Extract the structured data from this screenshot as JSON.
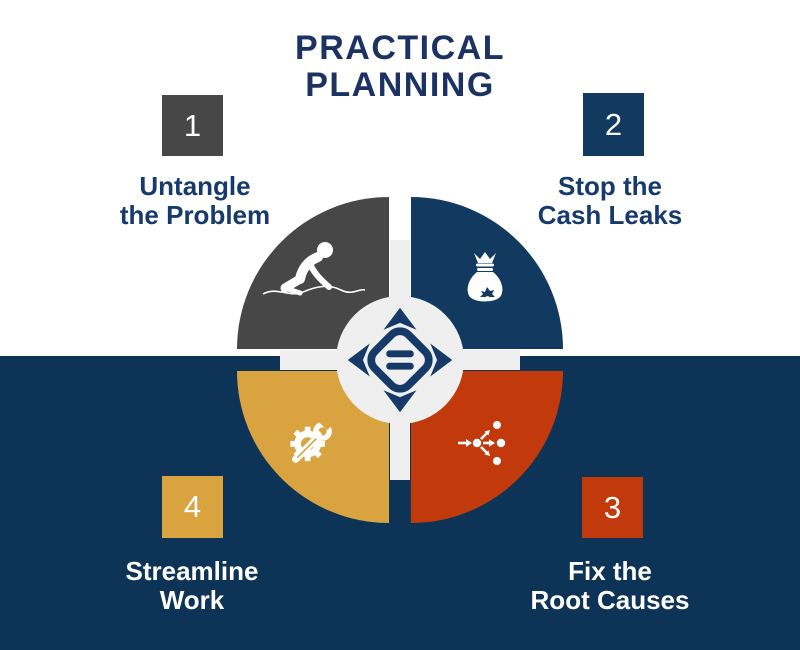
{
  "title": {
    "line1": "PRACTICAL",
    "line2": "PLANNING"
  },
  "steps": [
    {
      "number": "1",
      "label_line1": "Untangle",
      "label_line2": "the Problem",
      "box_color": "#474747",
      "quadrant_color": "#474747",
      "icon": "untangle-person-icon"
    },
    {
      "number": "2",
      "label_line1": "Stop the",
      "label_line2": "Cash Leaks",
      "box_color": "#123a60",
      "quadrant_color": "#123a60",
      "icon": "leaking-money-bag-icon"
    },
    {
      "number": "3",
      "label_line1": "Fix the",
      "label_line2": "Root Causes",
      "box_color": "#c23a0b",
      "quadrant_color": "#c23a0b",
      "icon": "branching-arrows-icon"
    },
    {
      "number": "4",
      "label_line1": "Streamline",
      "label_line2": "Work",
      "box_color": "#d9a440",
      "quadrant_color": "#d9a440",
      "icon": "gear-wrench-icon"
    }
  ],
  "center": {
    "icon": "four-way-arrows-equals-icon",
    "icon_color": "#163a68",
    "circle_color": "#efefef"
  },
  "colors": {
    "background_top": "#ffffff",
    "background_bottom": "#0d3356",
    "title_text": "#1c3263",
    "top_label_text": "#163a6b",
    "bottom_label_text": "#ffffff"
  }
}
